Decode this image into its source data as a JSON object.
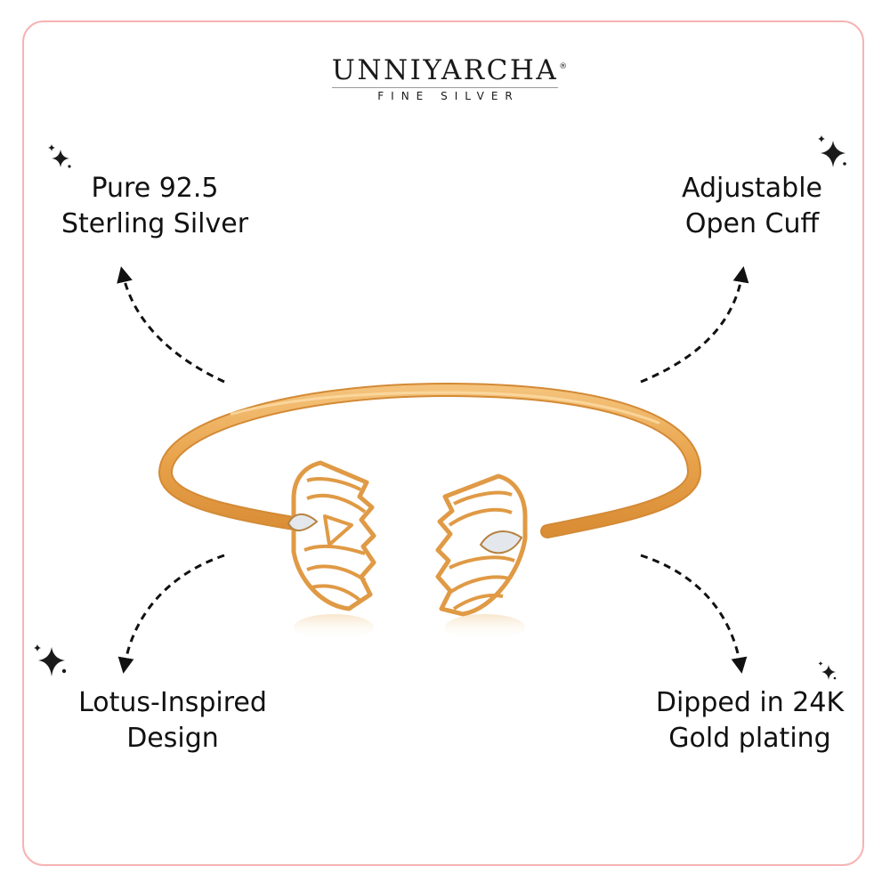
{
  "brand": {
    "name": "UNNIYARCHA",
    "registered_mark": "®",
    "tagline": "FINE SILVER"
  },
  "features": [
    {
      "id": "top-left",
      "line1": "Pure 92.5",
      "line2": "Sterling Silver",
      "arrow_direction": "up"
    },
    {
      "id": "top-right",
      "line1": "Adjustable",
      "line2": "Open Cuff",
      "arrow_direction": "up"
    },
    {
      "id": "bottom-left",
      "line1": "Lotus-Inspired",
      "line2": "Design",
      "arrow_direction": "down"
    },
    {
      "id": "bottom-right",
      "line1": "Dipped in 24K",
      "line2": "Gold plating",
      "arrow_direction": "down"
    }
  ],
  "product": {
    "name": "Lotus open cuff bracelet",
    "material_color": "#e9a54c",
    "stone_color": "#e4e8ec"
  },
  "colors": {
    "frame_border": "#f7b3b3",
    "text": "#111111",
    "background": "#ffffff"
  },
  "icons": [
    "sparkle-icon",
    "dashed-arrow-icon"
  ]
}
